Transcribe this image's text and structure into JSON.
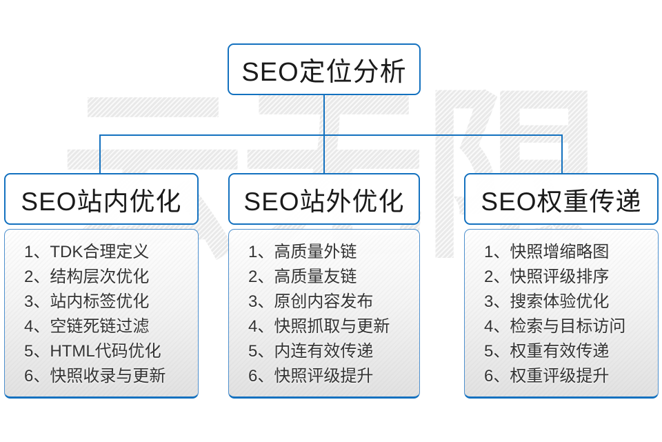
{
  "colors": {
    "accent": "#1371bf",
    "text_dark": "#1a1a1a",
    "list_text": "#333333"
  },
  "watermark": {
    "text": "云无限"
  },
  "root_node": {
    "label": "SEO定位分析"
  },
  "branches": [
    {
      "label": "SEO站内优化",
      "items": [
        "1、TDK合理定义",
        "2、结构层次优化",
        "3、站内标签优化",
        "4、空链死链过滤",
        "5、HTML代码优化",
        "6、快照收录与更新"
      ]
    },
    {
      "label": "SEO站外优化",
      "items": [
        "1、高质量外链",
        "2、高质量友链",
        "3、原创内容发布",
        "4、快照抓取与更新",
        "5、内连有效传递",
        "6、快照评级提升"
      ]
    },
    {
      "label": "SEO权重传递",
      "items": [
        "1、快照增缩略图",
        "2、快照评级排序",
        "3、搜索体验优化",
        "4、检索与目标访问",
        "5、权重有效传递",
        "6、权重评级提升"
      ]
    }
  ]
}
